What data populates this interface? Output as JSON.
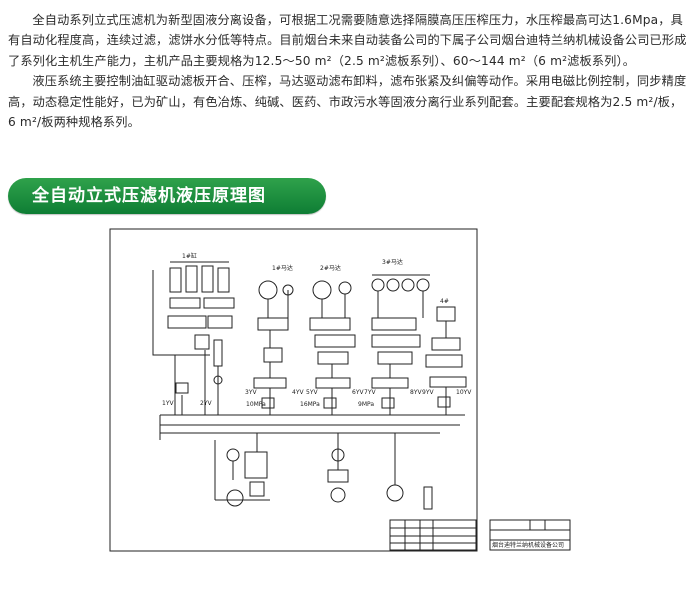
{
  "intro": {
    "p1": "全自动系列立式压滤机为新型固液分离设备，可根据工况需要随意选择隔膜高压压榨压力，水压榨最高可达1.6Mpa，具有自动化程度高，连续过滤，滤饼水分低等特点。目前烟台未来自动装备公司的下属子公司烟台迪特兰纳机械设备公司已形成了系列化主机生产能力，主机产品主要规格为12.5～50 m²（2.5 m²滤板系列）、60～144 m²（6 m²滤板系列）。",
    "p2": "液压系统主要控制油缸驱动滤板开合、压榨，马达驱动滤布卸料，滤布张紧及纠偏等动作。采用电磁比例控制，同步精度高，动态稳定性能好，已为矿山，有色冶炼、纯碱、医药、市政污水等固液分离行业系列配套。主要配套规格为2.5 m²/板，6 m²/板两种规格系列。"
  },
  "banner": {
    "title": "全自动立式压滤机液压原理图"
  },
  "diagram": {
    "labels": {
      "g1": "1#缸",
      "g2": "1#马达",
      "g3": "2#马达",
      "g4": "3#马达",
      "g5": "4#",
      "v1": "1YV",
      "v2": "3YV",
      "v3": "5YV",
      "v4": "7YV",
      "v5": "9YV",
      "v6": "2YV",
      "v7": "4YV",
      "v8": "6YV",
      "v9": "8YV",
      "v10": "10YV",
      "p1": "10MPa",
      "p2": "16MPa",
      "p3": "9MPa",
      "title_block": "烟台迪特兰纳机械设备公司"
    }
  }
}
